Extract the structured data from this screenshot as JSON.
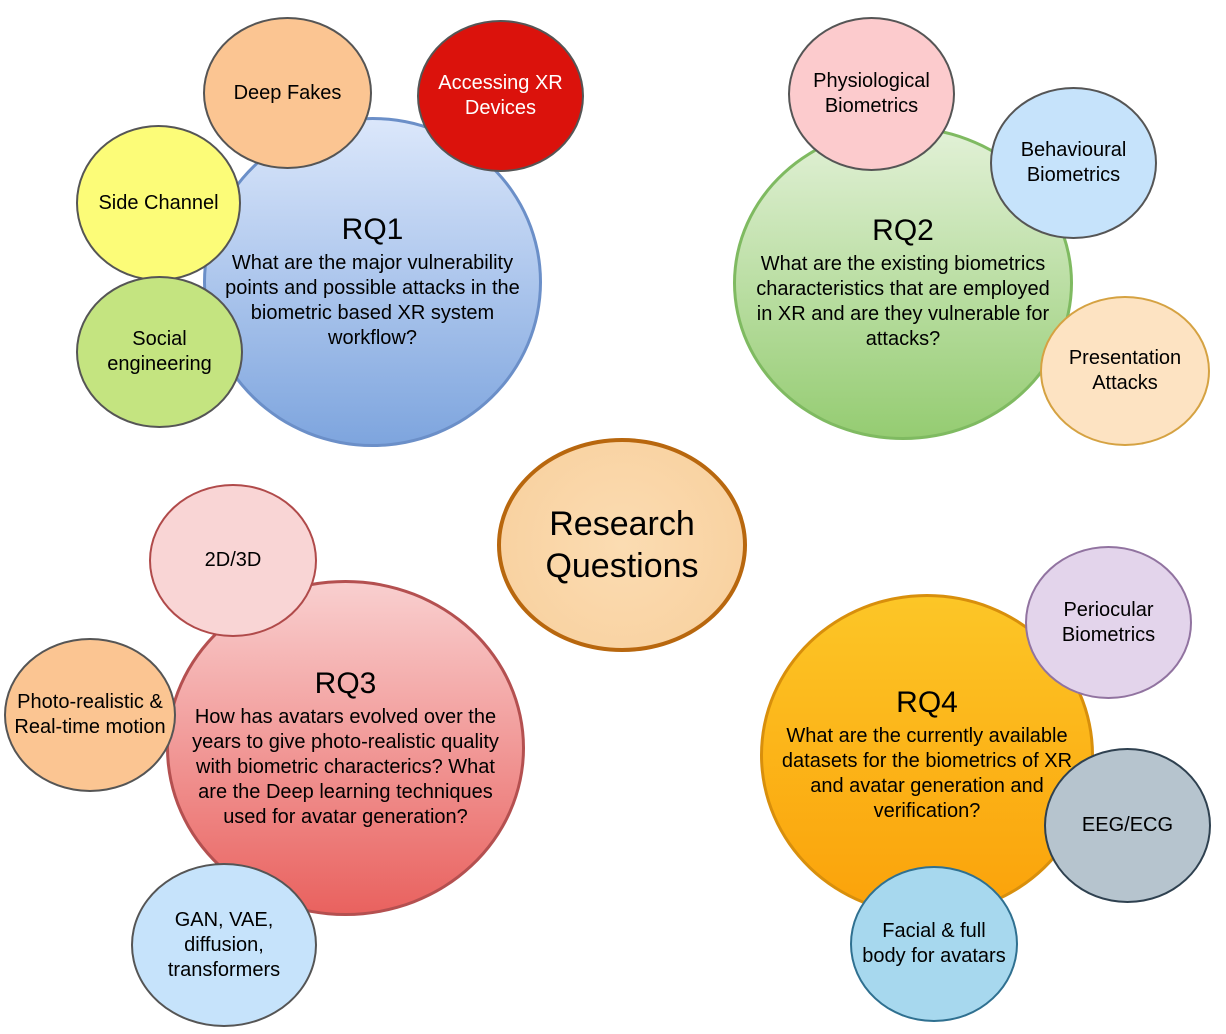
{
  "center": {
    "label": "Research\nQuestions"
  },
  "rq1": {
    "title": "RQ1",
    "text": "What are the major vulnerability\npoints and possible attacks in the\nbiometric based XR system\nworkflow?",
    "topics": [
      "Deep Fakes",
      "Accessing XR\nDevices",
      "Side Channel",
      "Social\nengineering"
    ]
  },
  "rq2": {
    "title": "RQ2",
    "text": "What are the existing biometrics\ncharacteristics that are employed\nin XR and are they vulnerable for\nattacks?",
    "topics": [
      "Physiological\nBiometrics",
      "Behavioural\nBiometrics",
      "Presentation\nAttacks"
    ]
  },
  "rq3": {
    "title": "RQ3",
    "text": "How has avatars evolved over the\nyears to give photo-realistic quality\nwith biometric characterics? What\nare the Deep learning techniques\nused for avatar generation?",
    "topics": [
      "2D/3D",
      "Photo-realistic &\nReal-time motion",
      "GAN, VAE,\ndiffusion,\ntransformers"
    ]
  },
  "rq4": {
    "title": "RQ4",
    "text": "What are the currently available\ndatasets for the biometrics of XR\nand avatar generation and\nverification?",
    "topics": [
      "Periocular\nBiometrics",
      "EEG/ECG",
      "Facial & full\nbody for avatars"
    ]
  },
  "colors": {
    "rq1": "#7fa6dc",
    "rq2": "#a6d48a",
    "rq3": "#ec7b78",
    "rq4": "#fbb21a",
    "center": "#fad6a8",
    "center_border": "#b8670e"
  }
}
